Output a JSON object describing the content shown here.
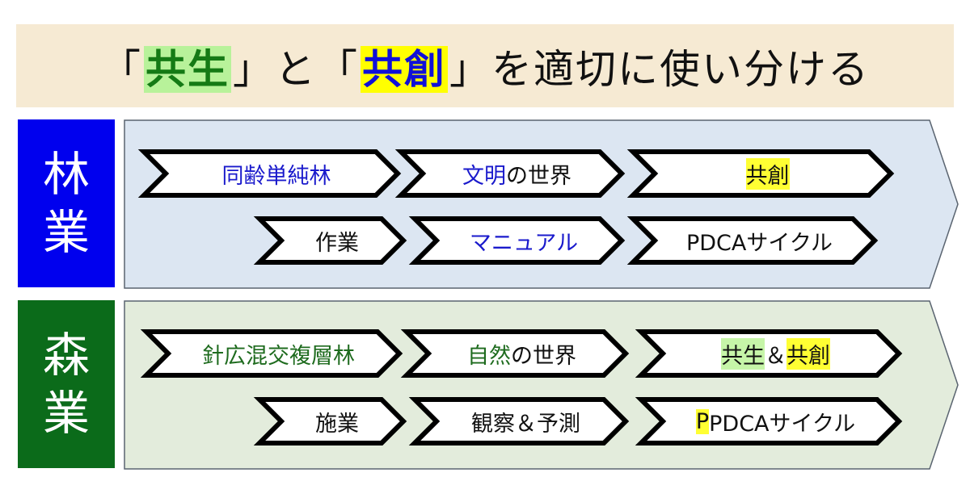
{
  "title": {
    "segments": [
      {
        "text": "「",
        "color": "#111111",
        "bg": ""
      },
      {
        "text": "共生",
        "color": "#157a15",
        "bg": "#b8f29a"
      },
      {
        "text": "」と「",
        "color": "#111111",
        "bg": ""
      },
      {
        "text": "共創",
        "color": "#1010d8",
        "bg": "#ffff00"
      },
      {
        "text": "」を適切に使い分ける",
        "color": "#111111",
        "bg": ""
      }
    ]
  },
  "colors": {
    "title_band": "#f6ead3",
    "forestry_label": "#0000ee",
    "forestry_panel": "#dce6f2",
    "forest_industry_label": "#0b6b1a",
    "forest_industry_panel": "#e3ecdc"
  },
  "sections": [
    {
      "label_chars": [
        "林",
        "業"
      ],
      "rows": [
        [
          [
            {
              "text": "同齢単純林",
              "color": "#1a1acc",
              "bg": ""
            }
          ],
          [
            {
              "text": "文明",
              "color": "#1a1acc",
              "bg": ""
            },
            {
              "text": "の世界",
              "color": "#111111",
              "bg": ""
            }
          ],
          [
            {
              "text": "共創",
              "color": "#111111",
              "bg": "#ffff33"
            }
          ]
        ],
        [
          [
            {
              "text": "作業",
              "color": "#111111",
              "bg": ""
            }
          ],
          [
            {
              "text": "マニュアル",
              "color": "#1a1acc",
              "bg": ""
            }
          ],
          [
            {
              "text": "PDCAサイクル",
              "color": "#111111",
              "bg": ""
            }
          ]
        ]
      ]
    },
    {
      "label_chars": [
        "森",
        "業"
      ],
      "rows": [
        [
          [
            {
              "text": "針広混交複層林",
              "color": "#1e6b1e",
              "bg": ""
            }
          ],
          [
            {
              "text": "自然",
              "color": "#1e6b1e",
              "bg": ""
            },
            {
              "text": "の世界",
              "color": "#111111",
              "bg": ""
            }
          ],
          [
            {
              "text": "共生",
              "color": "#111111",
              "bg": "#c6f5a8"
            },
            {
              "text": "＆",
              "color": "#111111",
              "bg": ""
            },
            {
              "text": "共創",
              "color": "#111111",
              "bg": "#ffff33"
            }
          ]
        ],
        [
          [
            {
              "text": "施業",
              "color": "#111111",
              "bg": ""
            }
          ],
          [
            {
              "text": "観察＆予測",
              "color": "#111111",
              "bg": ""
            }
          ],
          [
            {
              "text": "P",
              "color": "#111111",
              "bg": "#ffff33"
            },
            {
              "text": "PDCAサイクル",
              "color": "#111111",
              "bg": ""
            }
          ]
        ]
      ]
    }
  ]
}
